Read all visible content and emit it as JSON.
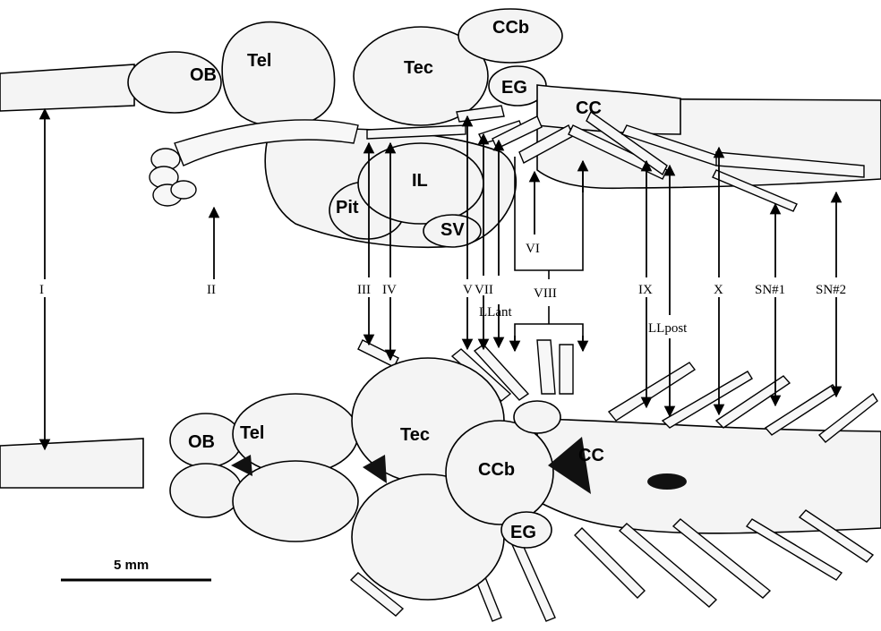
{
  "lateral_view": {
    "region_labels": {
      "ob": "OB",
      "tel": "Tel",
      "tec": "Tec",
      "ccb": "CCb",
      "eg": "EG",
      "cc": "CC",
      "il": "IL",
      "pit": "Pit",
      "sv": "SV"
    }
  },
  "dorsal_view": {
    "region_labels": {
      "ob": "OB",
      "tel": "Tel",
      "tec": "Tec",
      "ccb": "CCb",
      "eg": "EG",
      "cc": "CC"
    }
  },
  "nerve_labels": {
    "i": "I",
    "ii": "II",
    "iii": "III",
    "iv": "IV",
    "v": "V",
    "vi": "VI",
    "vii": "VII",
    "viii": "VIII",
    "llant": "LLant",
    "ix": "IX",
    "llpost": "LLpost",
    "x": "X",
    "sn1": "SN#1",
    "sn2": "SN#2"
  },
  "scale_bar": {
    "label": "5 mm"
  }
}
